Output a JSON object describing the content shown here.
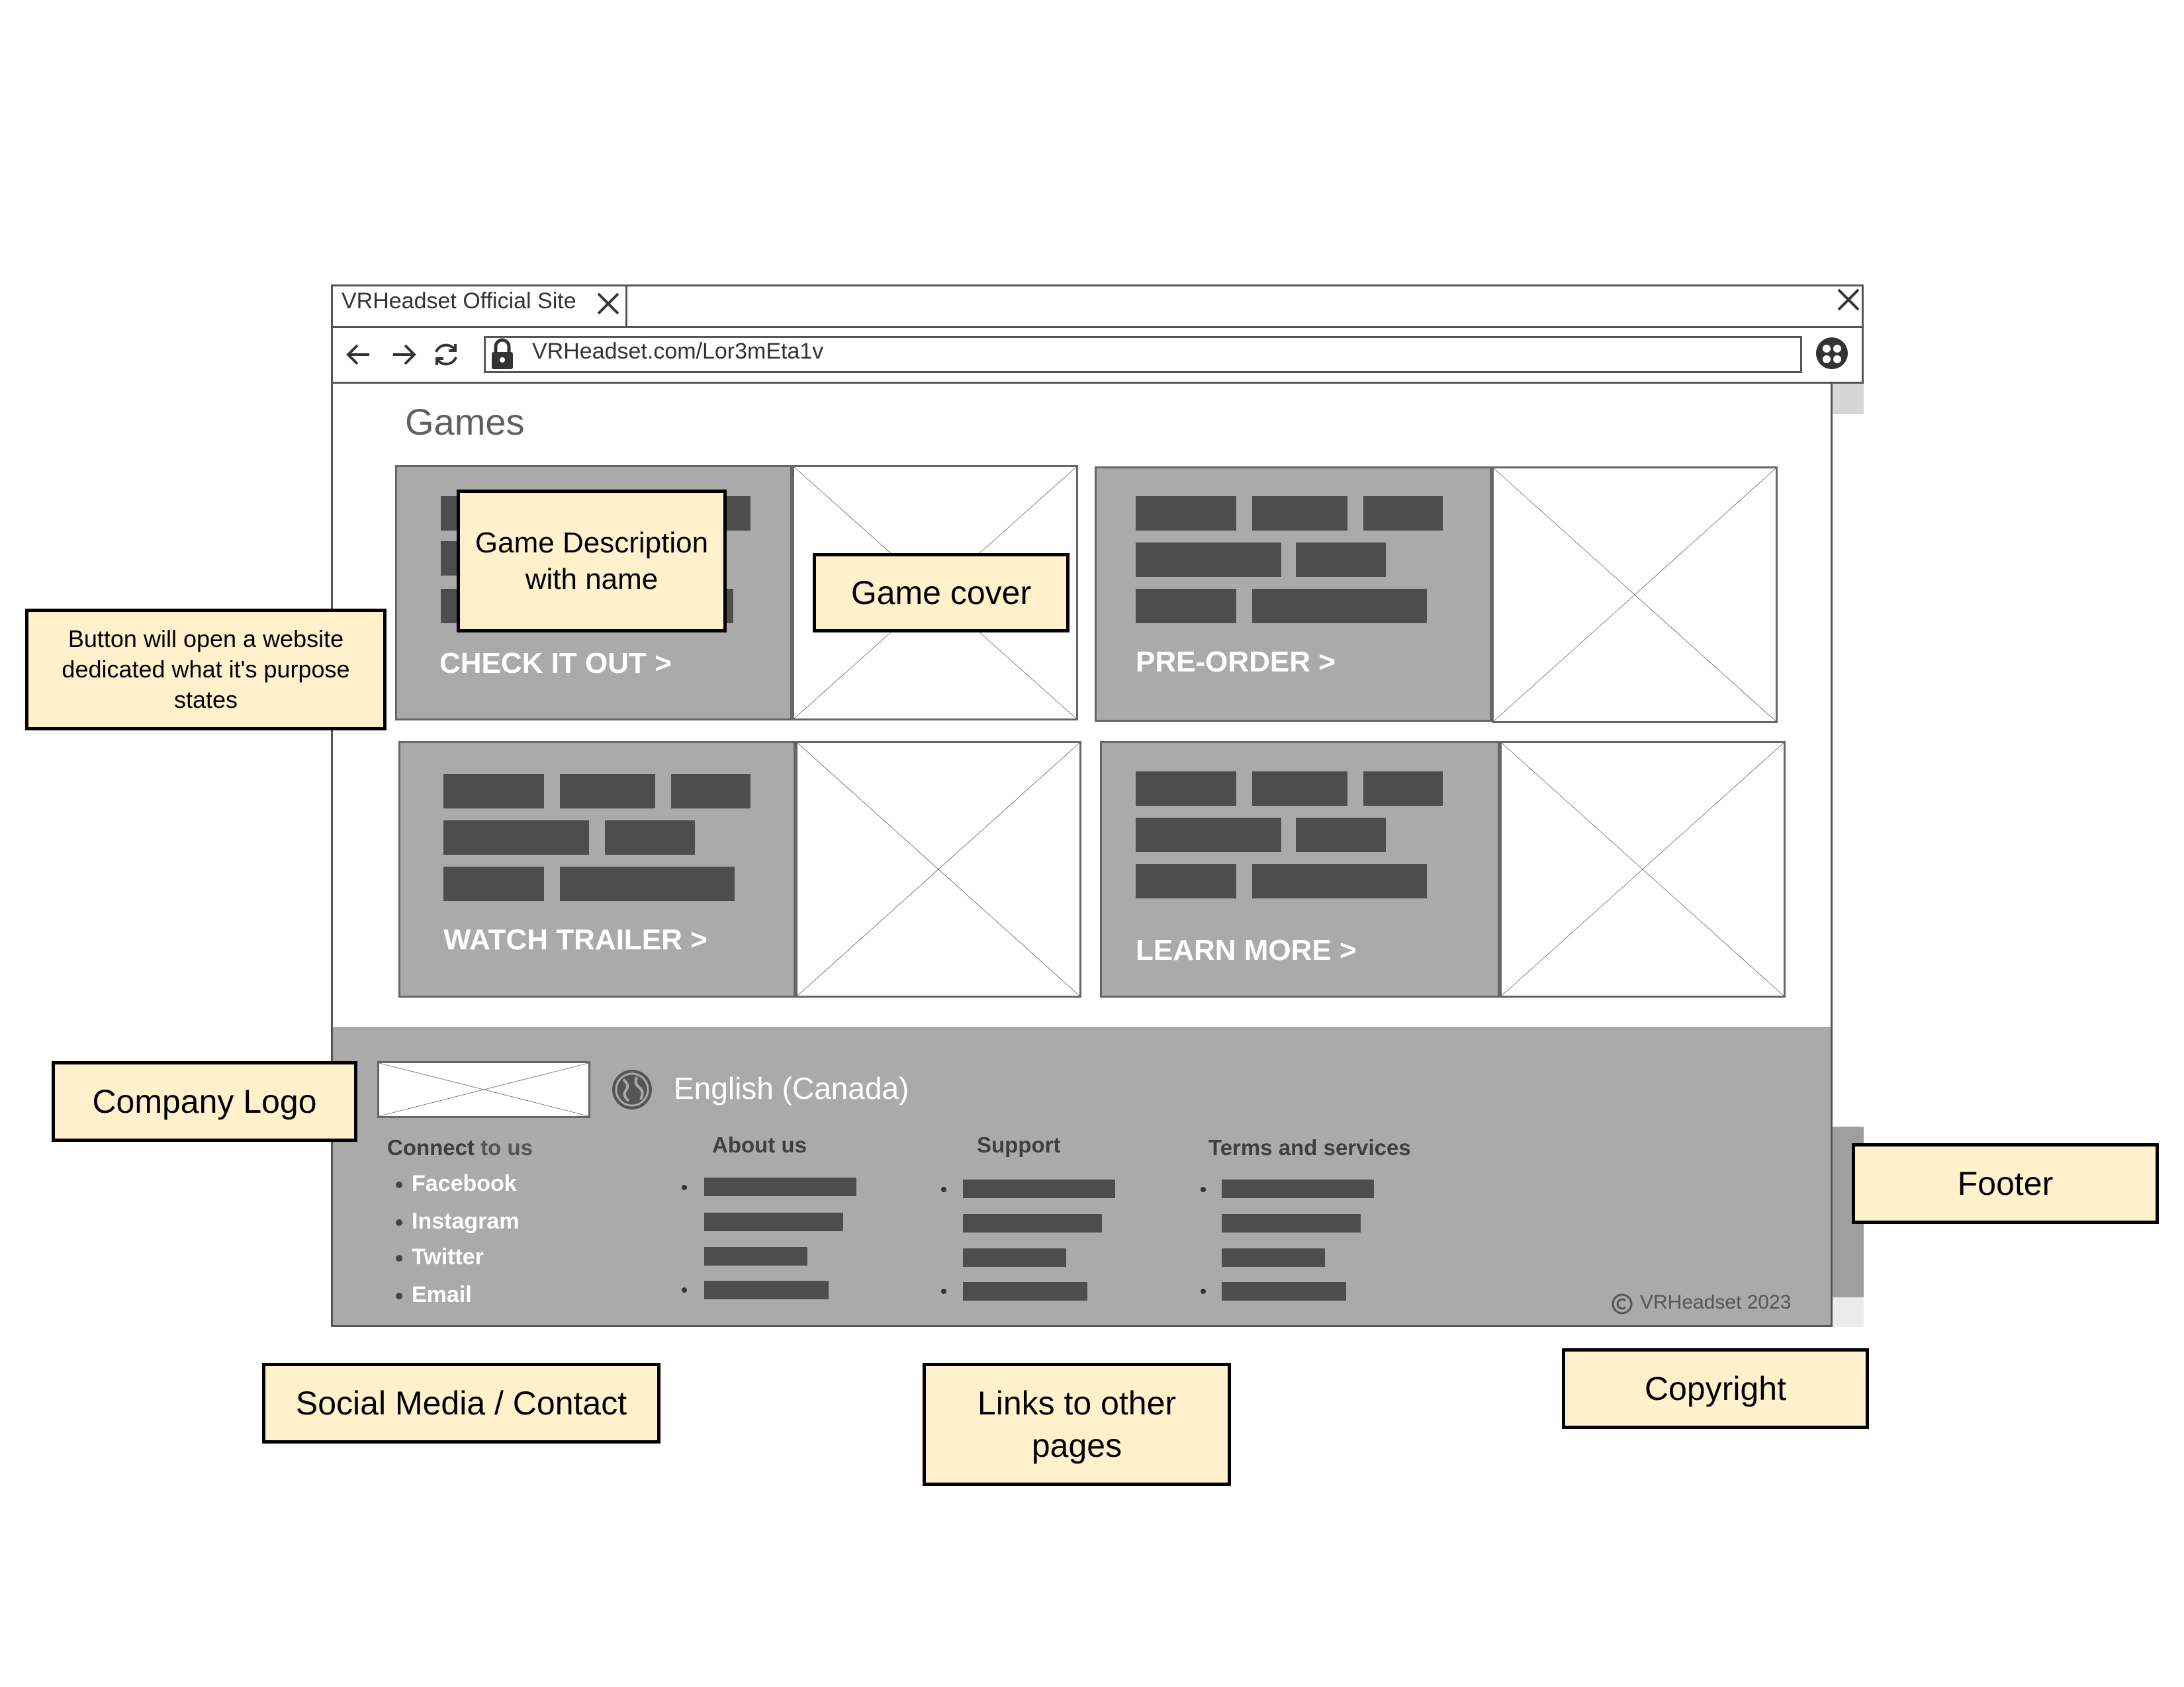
{
  "browser": {
    "tab_title": "VRHeadset Official Site",
    "url": "VRHeadset.com/Lor3mEta1v"
  },
  "page": {
    "title": "Games"
  },
  "cards": [
    {
      "cta": "CHECK IT OUT >"
    },
    {
      "cta": "PRE-ORDER >"
    },
    {
      "cta": "WATCH TRAILER >"
    },
    {
      "cta": "LEARN MORE >"
    }
  ],
  "footer": {
    "language": "English (Canada)",
    "connect": {
      "heading_part1": "Connect",
      "heading_part2": "to us",
      "links": [
        "Facebook",
        "Instagram",
        "Twitter",
        "Email"
      ]
    },
    "columns": [
      {
        "heading": "About us"
      },
      {
        "heading": "Support"
      },
      {
        "heading": "Terms and services"
      }
    ],
    "copyright": "VRHeadset 2023"
  },
  "annotations": {
    "button_note": "Button will open a website dedicated what it's purpose states",
    "game_description": "Game Description with name",
    "game_cover": "Game cover",
    "company_logo": "Company Logo",
    "footer": "Footer",
    "social_media": "Social Media / Contact",
    "links_pages": "Links to other pages",
    "copyright": "Copyright"
  },
  "colors": {
    "card_gray": "#aaaaaa",
    "placeholder_dark": "#4d4d4d",
    "annotation_fill": "#fff1cc"
  },
  "icons": [
    "close-icon",
    "back-arrow-icon",
    "forward-arrow-icon",
    "refresh-icon",
    "lock-icon",
    "profile-icon",
    "globe-icon",
    "copyright-icon",
    "image-placeholder-icon"
  ]
}
